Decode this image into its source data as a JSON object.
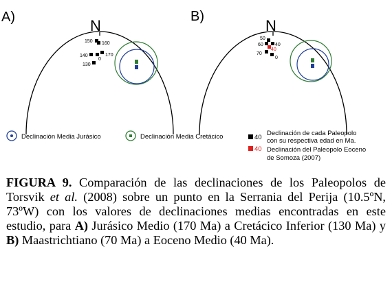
{
  "panels": [
    {
      "letter": "A)",
      "north": "N",
      "poles": [
        {
          "label": "150"
        },
        {
          "label": "160"
        },
        {
          "label": "140"
        },
        {
          "label": "0"
        },
        {
          "label": "170"
        },
        {
          "label": "130"
        }
      ]
    },
    {
      "letter": "B)",
      "north": "N",
      "poles": [
        {
          "label": "50"
        },
        {
          "label": "60"
        },
        {
          "label": "40"
        },
        {
          "label": "40"
        },
        {
          "label": "70"
        },
        {
          "label": "0"
        }
      ]
    }
  ],
  "legend": {
    "jurassic": "Declinación Media Jurásico",
    "cretaceous": "Declinación Media Cretácico",
    "pole_sample": "40",
    "pole_line1": "Declinación de cada Paleopolo",
    "pole_line2": "con su respectiva edad en Ma.",
    "eocene_sample": "40",
    "eocene_line1": "Declinación del Paleopolo Eoceno",
    "eocene_line2": "de Somoza (2007)"
  },
  "colors": {
    "jurassic": "#1f3f9a",
    "cretaceous": "#2e7d32",
    "eocene": "#e0201e",
    "pole": "#000000"
  },
  "caption": {
    "label": "FIGURA 9.",
    "text1": " Comparación de las declinaciones de los Paleopolos de Torsvik ",
    "etal": "et al.",
    "text2": " (2008) sobre un punto en la Serrania del Perija (10.5ºN, 73ºW) con los valores de declinaciones medias encontradas en este estudio, para ",
    "a": "A)",
    "text3": " Jurásico Medio (170 Ma) a Cretácico Inferior (130 Ma) y ",
    "b": "B)",
    "text4": " Maastrichtiano (70 Ma) a Eoceno Medio (40 Ma)."
  }
}
